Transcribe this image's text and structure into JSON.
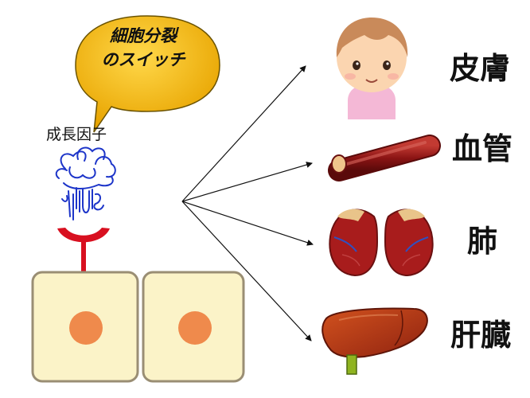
{
  "bubble": {
    "line1": "細胞分裂",
    "line2": "のスイッチ"
  },
  "growth_factor_label": "成長因子",
  "targets": [
    {
      "label": "皮膚",
      "icon": "baby-face-icon"
    },
    {
      "label": "血管",
      "icon": "blood-vessel-icon"
    },
    {
      "label": "肺",
      "icon": "lungs-icon"
    },
    {
      "label": "肝臓",
      "icon": "liver-icon"
    }
  ],
  "colors": {
    "bubble_fill": "#f2b400",
    "receptor": "#d81020",
    "cell_fill": "#fbf3c8",
    "cell_border": "#9a8e74",
    "nucleus": "#ef8a4c",
    "factor": "#1d35c9",
    "vessel": "#8b1414",
    "lung": "#a81c1c",
    "liver": "#b33614"
  }
}
